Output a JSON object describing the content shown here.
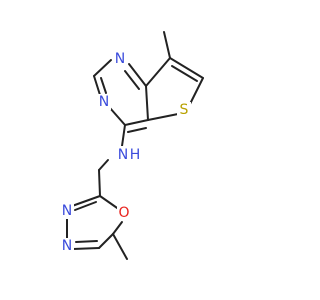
{
  "molecule": {
    "atoms": {
      "n_pyrimidine_top": "N",
      "n_pyrimidine_left": "N",
      "s_thiophene": "S",
      "n_amine": "N",
      "h_amine": "H",
      "n_oxadiazole_left": "N",
      "n_oxadiazole_bottom": "N",
      "o_oxadiazole": "O"
    },
    "colors": {
      "bond": "#222222",
      "nitrogen": "#3a4bdc",
      "sulfur": "#b8a100",
      "oxygen": "#e8211c"
    }
  }
}
